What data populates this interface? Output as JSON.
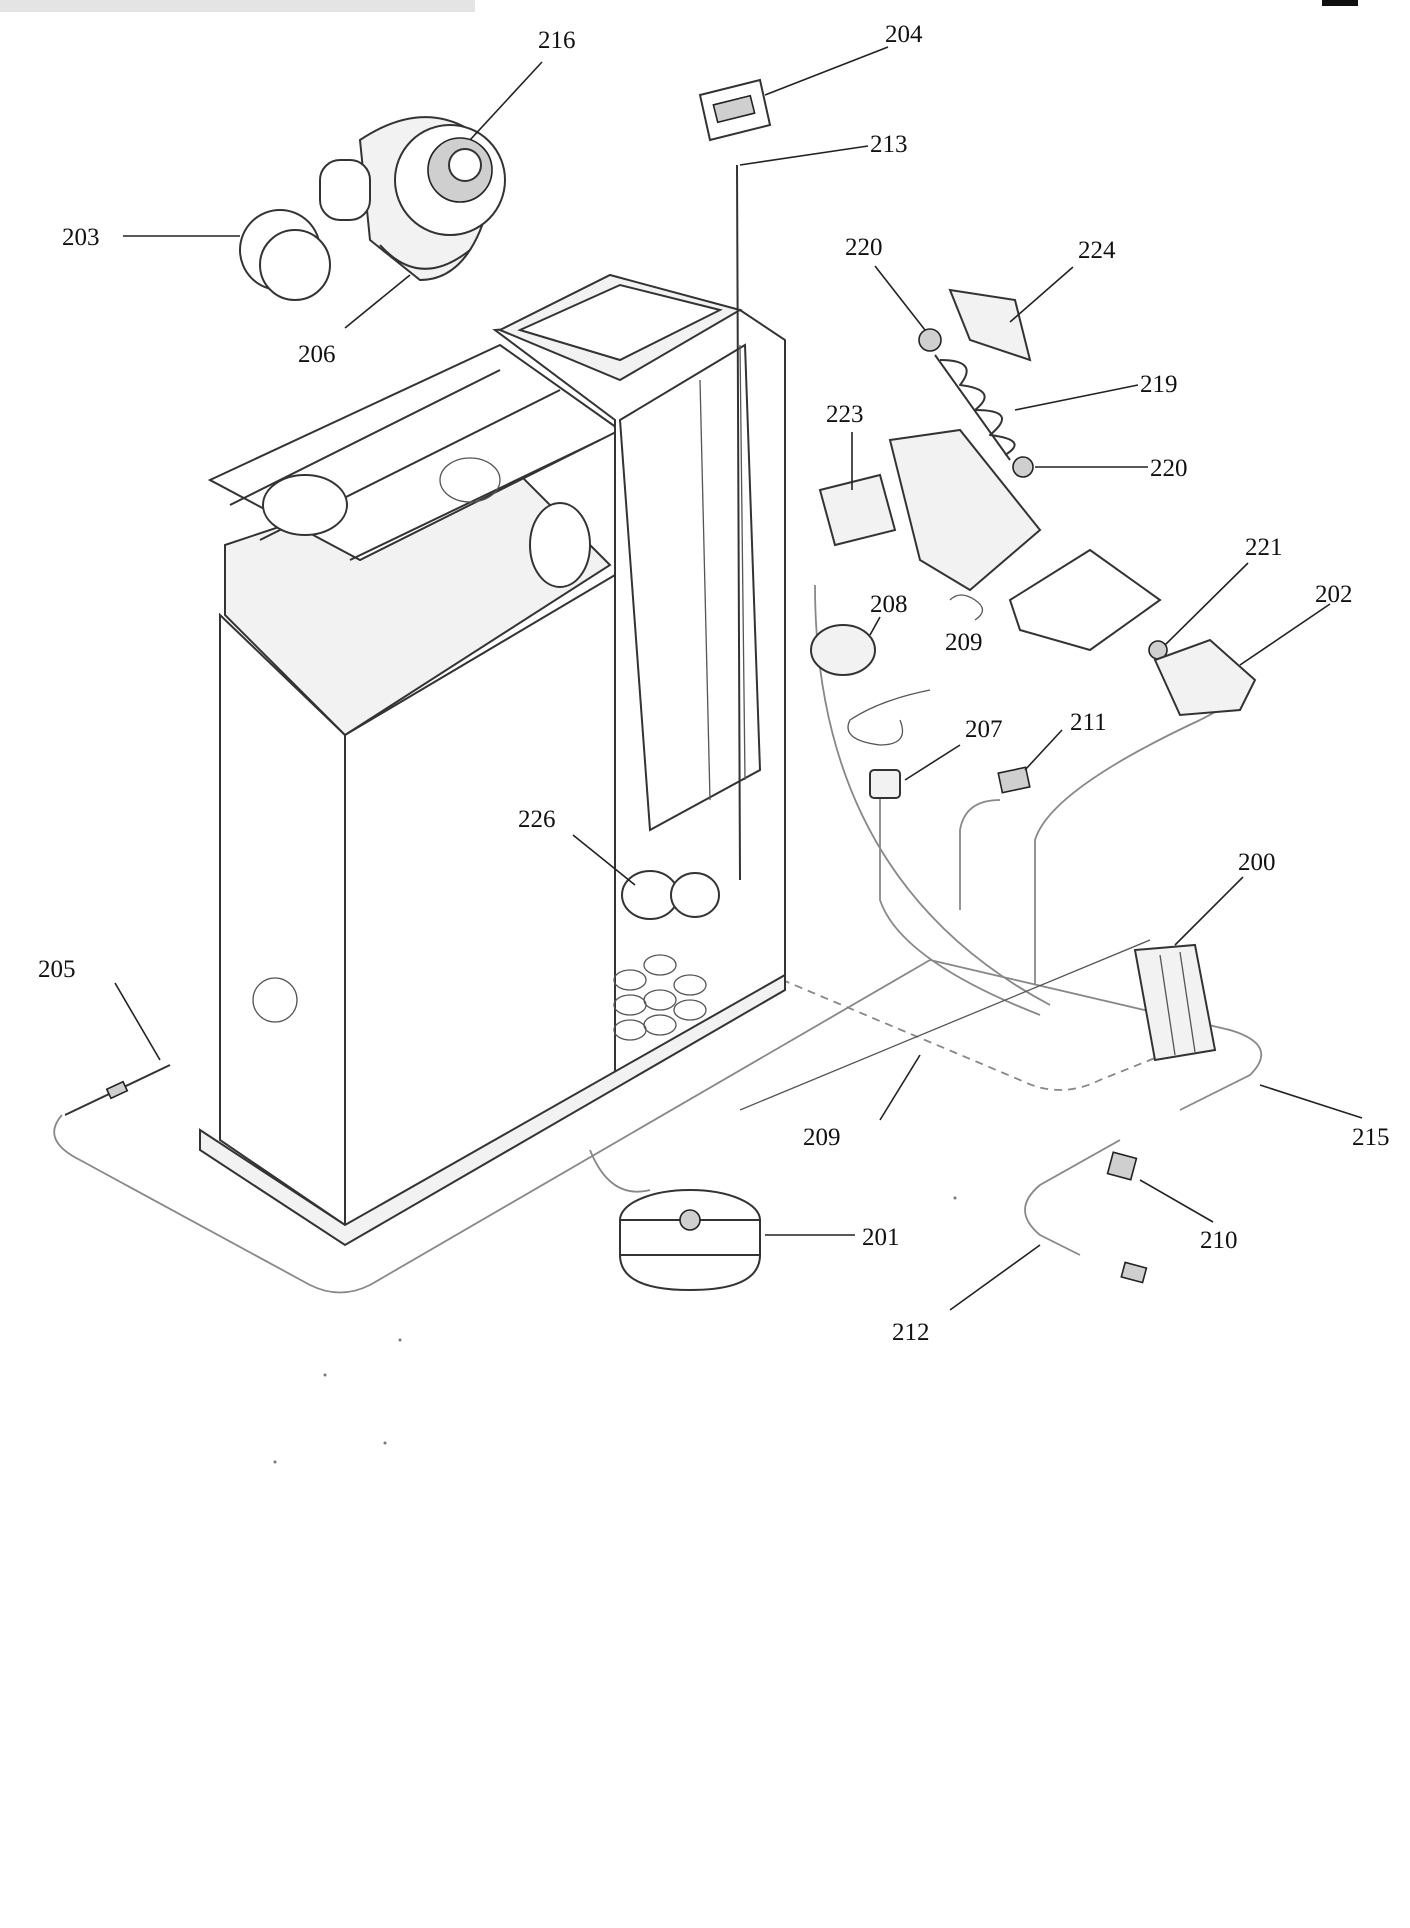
{
  "diagram": {
    "parts": [
      {
        "id": "216",
        "label": "216"
      },
      {
        "id": "204",
        "label": "204"
      },
      {
        "id": "213",
        "label": "213"
      },
      {
        "id": "203",
        "label": "203"
      },
      {
        "id": "206",
        "label": "206"
      },
      {
        "id": "220a",
        "label": "220"
      },
      {
        "id": "224",
        "label": "224"
      },
      {
        "id": "219",
        "label": "219"
      },
      {
        "id": "220b",
        "label": "220"
      },
      {
        "id": "223",
        "label": "223"
      },
      {
        "id": "221",
        "label": "221"
      },
      {
        "id": "202",
        "label": "202"
      },
      {
        "id": "208",
        "label": "208"
      },
      {
        "id": "209a",
        "label": "209"
      },
      {
        "id": "207",
        "label": "207"
      },
      {
        "id": "211",
        "label": "211"
      },
      {
        "id": "226",
        "label": "226"
      },
      {
        "id": "200",
        "label": "200"
      },
      {
        "id": "205",
        "label": "205"
      },
      {
        "id": "209b",
        "label": "209"
      },
      {
        "id": "215",
        "label": "215"
      },
      {
        "id": "210",
        "label": "210"
      },
      {
        "id": "201",
        "label": "201"
      },
      {
        "id": "212",
        "label": "212"
      }
    ]
  }
}
